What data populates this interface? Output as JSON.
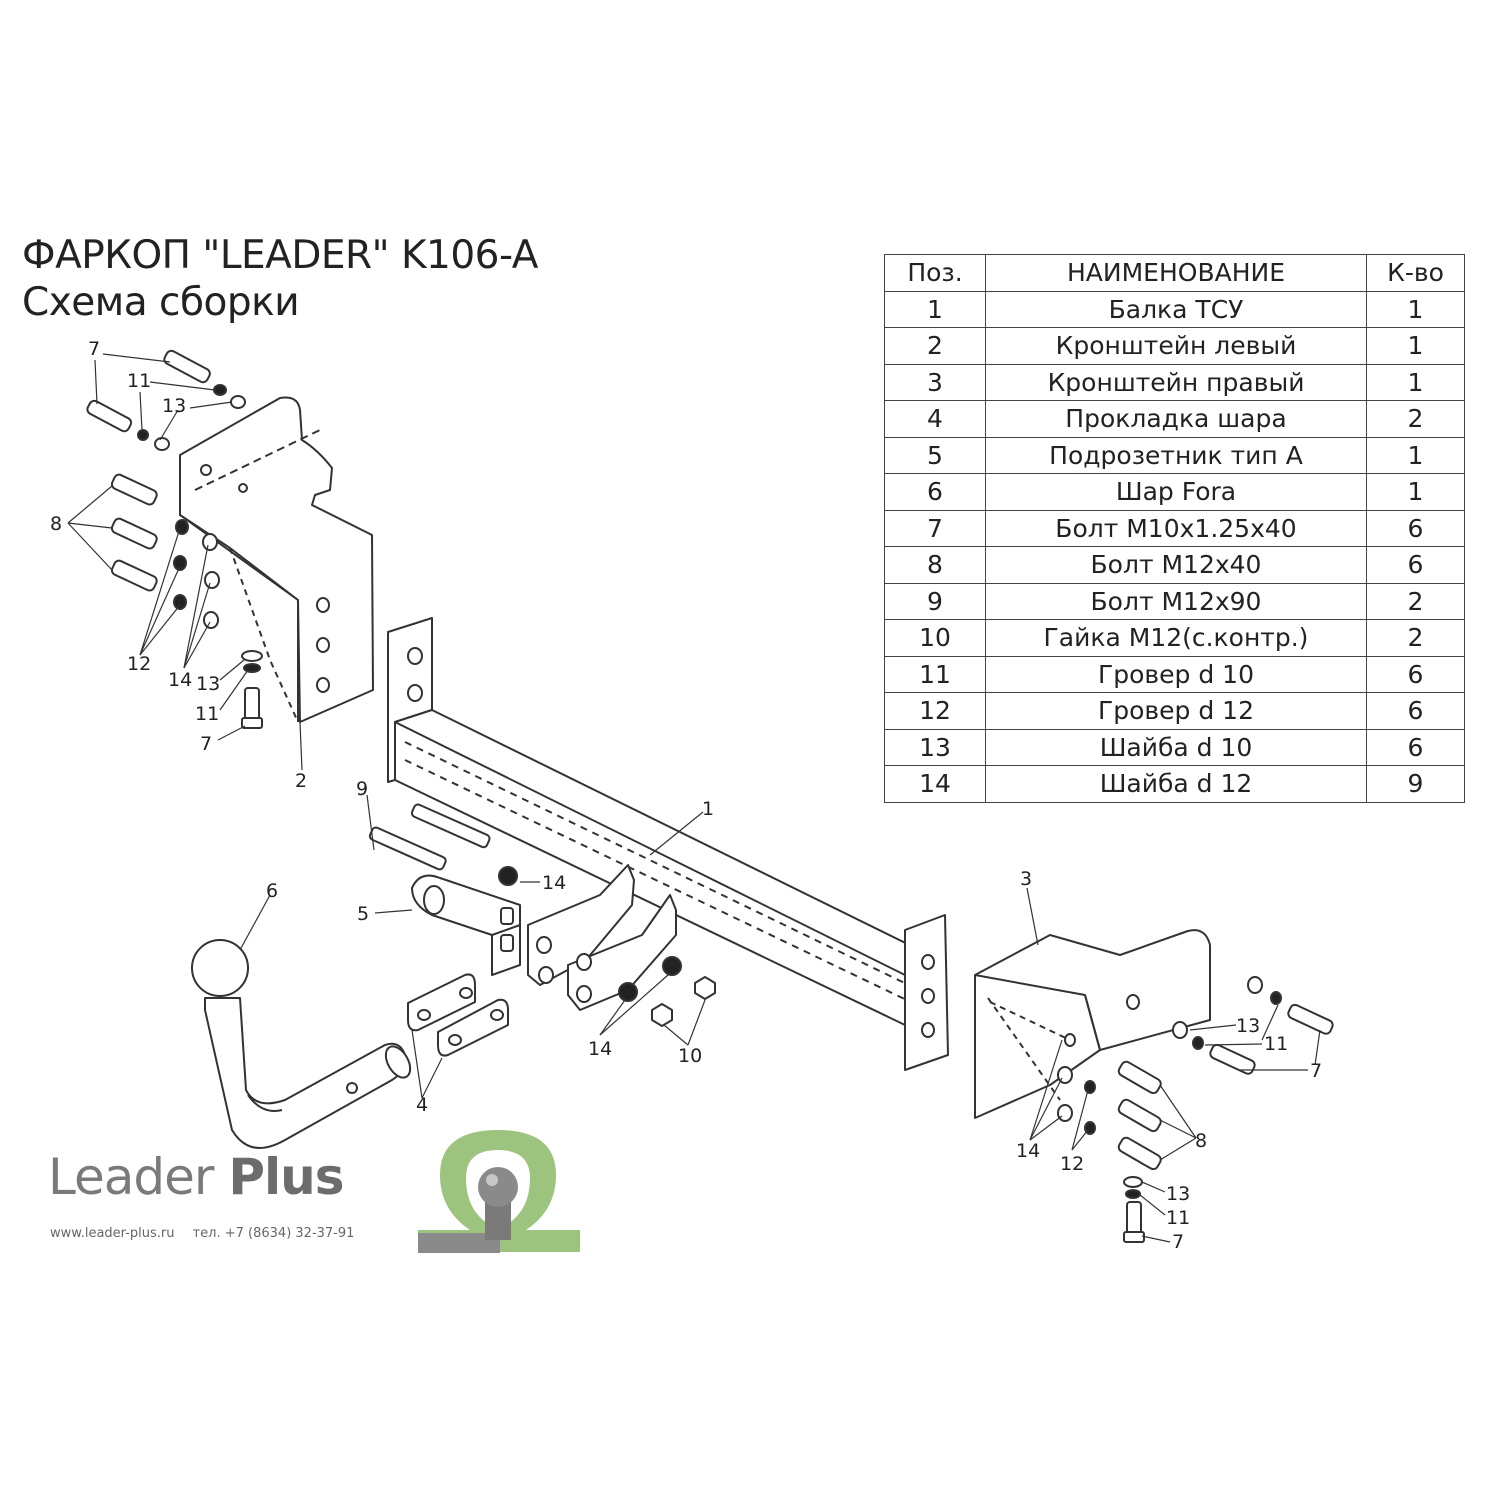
{
  "title": {
    "line1": "ФАРКОП \"LEADER\" K106-A",
    "line2": "Схема сборки"
  },
  "table": {
    "headers": [
      "Поз.",
      "НАИМЕНОВАНИЕ",
      "К-во"
    ],
    "rows": [
      [
        "1",
        "Балка ТСУ",
        "1"
      ],
      [
        "2",
        "Кронштейн левый",
        "1"
      ],
      [
        "3",
        "Кронштейн правый",
        "1"
      ],
      [
        "4",
        "Прокладка шара",
        "2"
      ],
      [
        "5",
        "Подрозетник тип А",
        "1"
      ],
      [
        "6",
        "Шар Fora",
        "1"
      ],
      [
        "7",
        "Болт М10x1.25x40",
        "6"
      ],
      [
        "8",
        "Болт М12x40",
        "6"
      ],
      [
        "9",
        "Болт М12x90",
        "2"
      ],
      [
        "10",
        "Гайка М12(с.контр.)",
        "2"
      ],
      [
        "11",
        "Гровер d 10",
        "6"
      ],
      [
        "12",
        "Гровер d 12",
        "6"
      ],
      [
        "13",
        "Шайба d 10",
        "6"
      ],
      [
        "14",
        "Шайба d 12",
        "9"
      ]
    ]
  },
  "callouts": {
    "left_bracket": [
      "7",
      "11",
      "13",
      "8",
      "12",
      "14",
      "13",
      "11",
      "7",
      "2"
    ],
    "center": [
      "1",
      "9",
      "14",
      "5",
      "6",
      "4",
      "14",
      "10"
    ],
    "right_bracket": [
      "3",
      "13",
      "11",
      "7",
      "8",
      "14",
      "12",
      "13",
      "11",
      "7"
    ]
  },
  "logo": {
    "word1": "Leader",
    "word2": "Plus",
    "website": "www.leader-plus.ru",
    "phone": "тел. +7 (8634) 32-37-91",
    "brand_green": "#9cc47e",
    "brand_gray": "#8a8a8a"
  }
}
